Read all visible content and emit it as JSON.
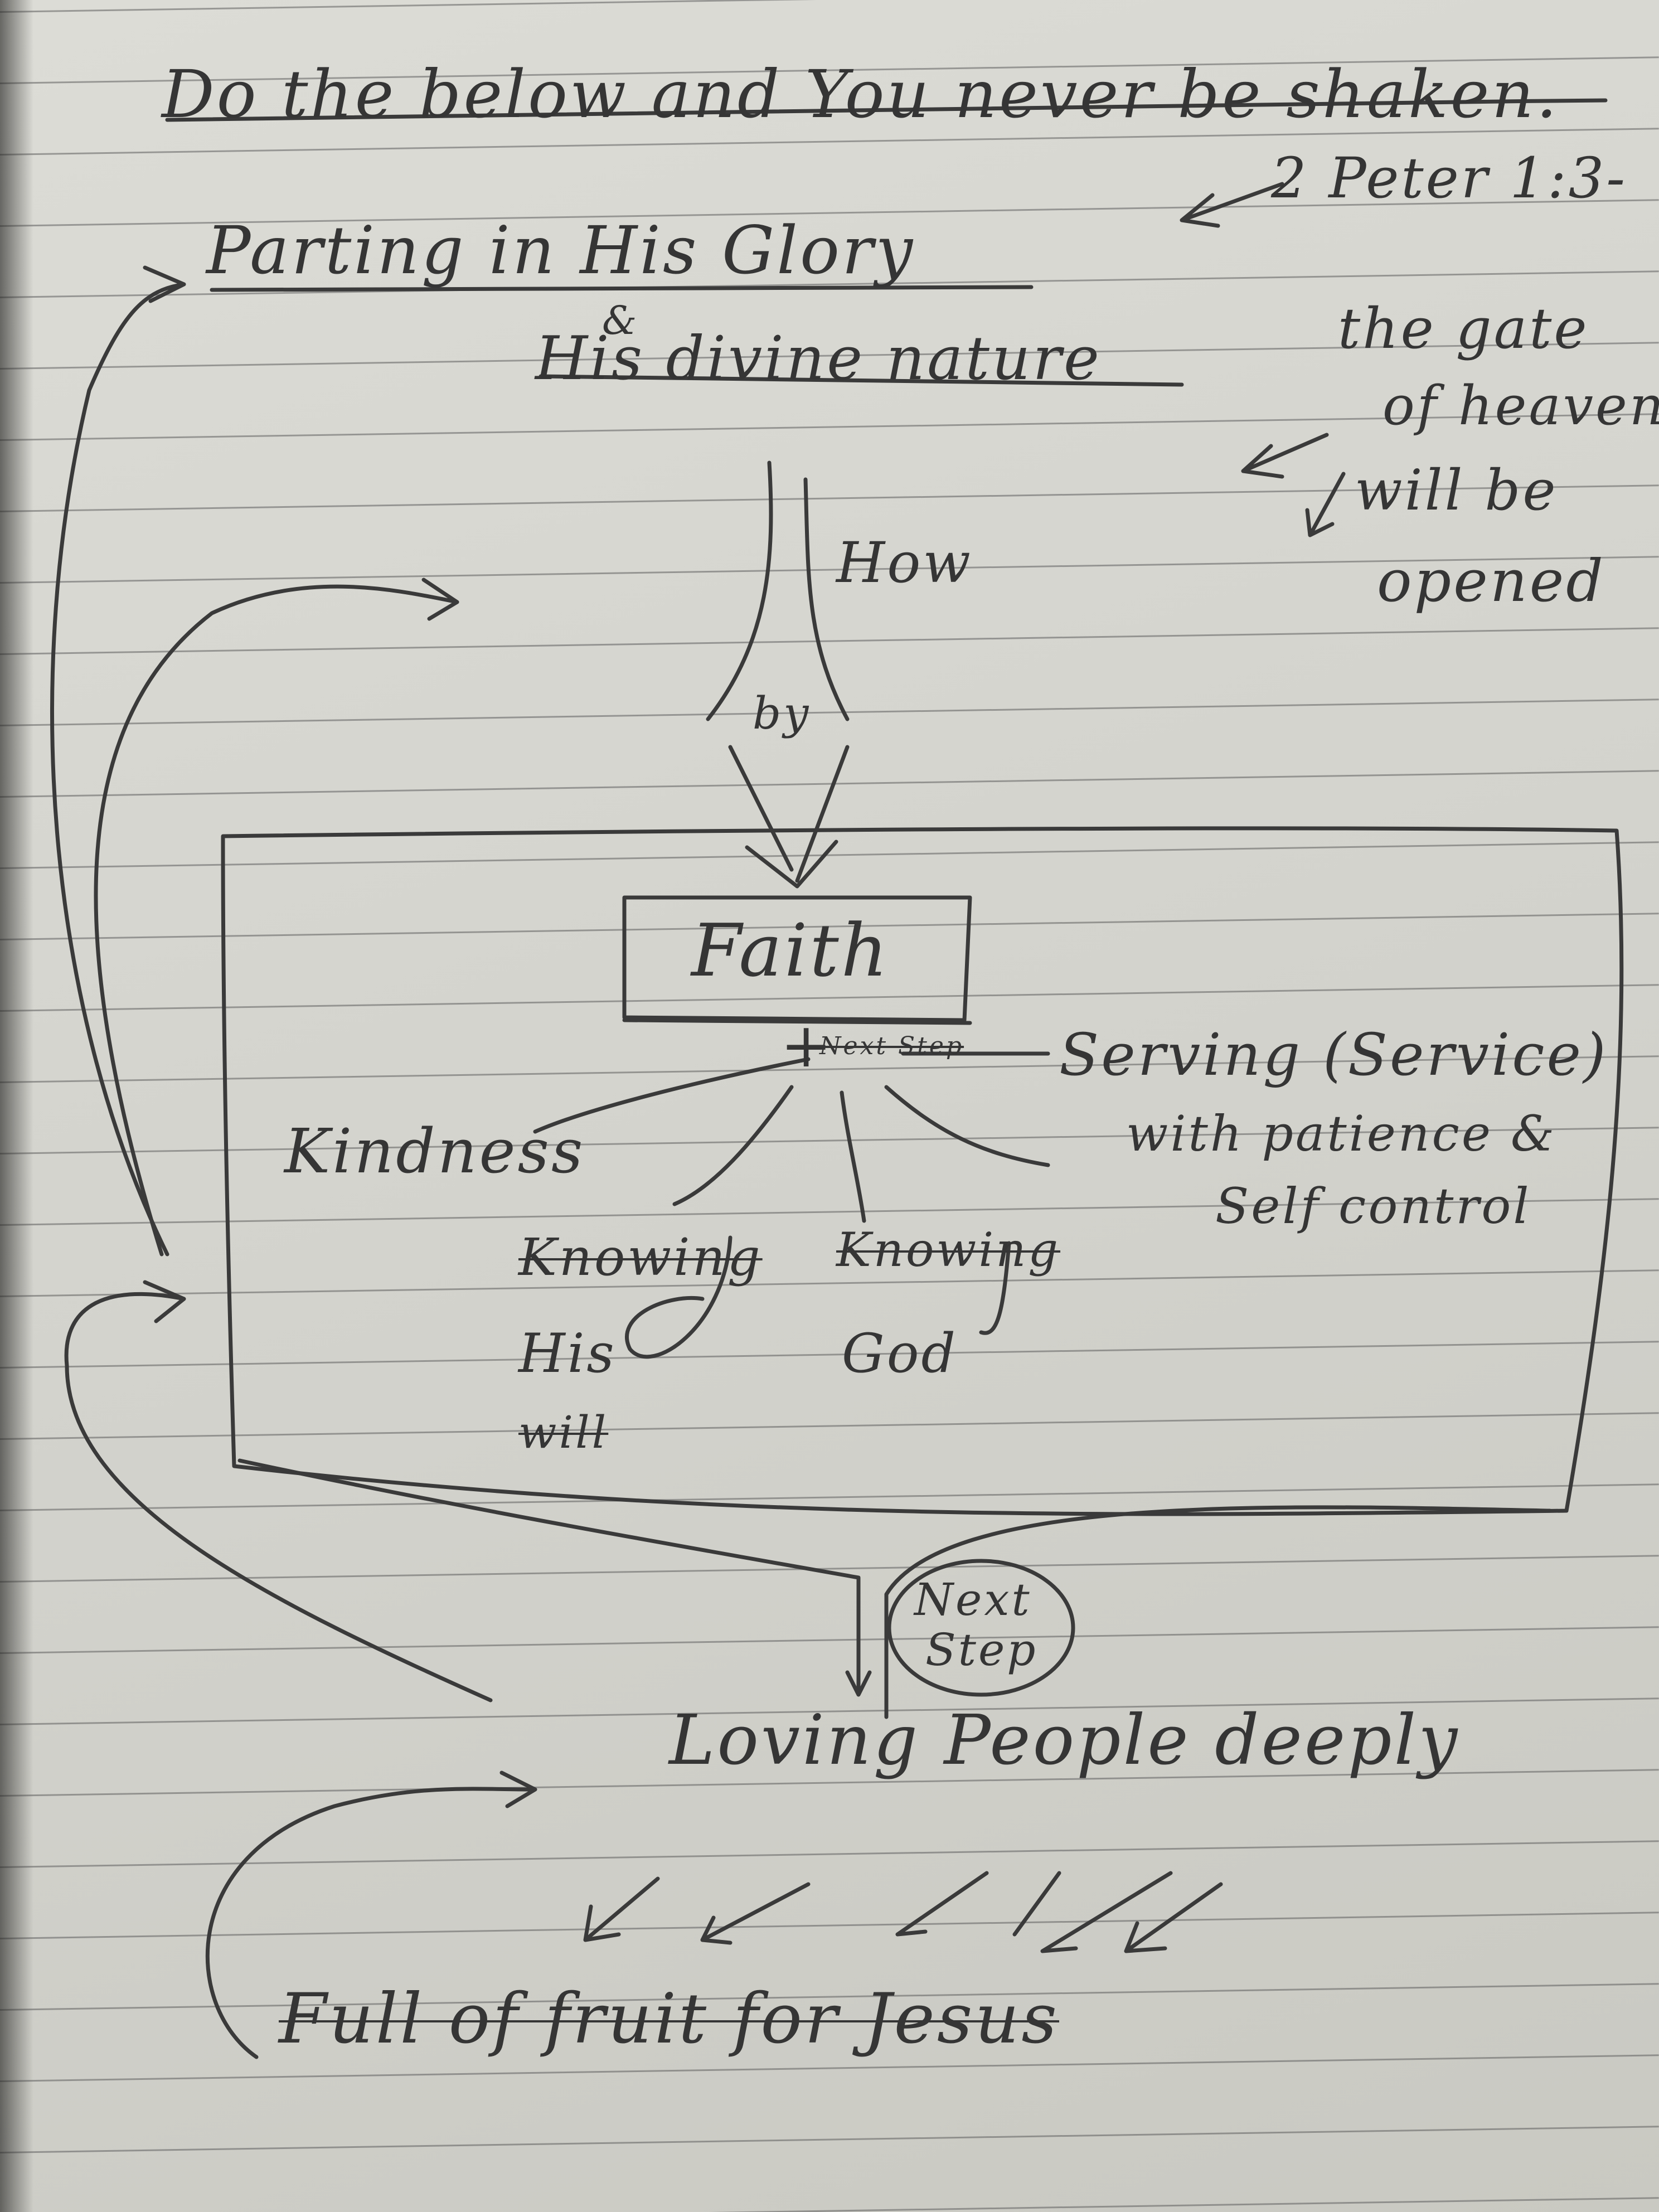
{
  "notes": {
    "line1": "Do the below and You never be shaken.",
    "verse_ref": "2 Peter 1:3-",
    "line2": "Parting in His Glory",
    "amp": "&",
    "line3": "His divine nature",
    "gate1": "the gate",
    "gate2": "of heaven",
    "gate3": "will be",
    "gate4": "opened",
    "how": "How",
    "by": "by",
    "faith": "Faith",
    "plus": "+",
    "next_step_small": "Next Step",
    "serving": "Serving (Service)",
    "with_patience": "with patience &",
    "self_control": "Self control",
    "kindness": "Kindness",
    "knowing_his_will_1": "Knowing",
    "knowing_his_will_2": "His",
    "knowing_his_will_3": "will",
    "knowing_god_1": "Knowing",
    "knowing_god_2": "God",
    "next_step_bubble_1": "Next",
    "next_step_bubble_2": "Step",
    "loving_people": "Loving People deeply",
    "full_of_fruit": "Full of fruit for Jesus"
  },
  "colors": {
    "paper": "#d6d6d0",
    "ink": "#353535",
    "rule": "#5f5f5f"
  }
}
